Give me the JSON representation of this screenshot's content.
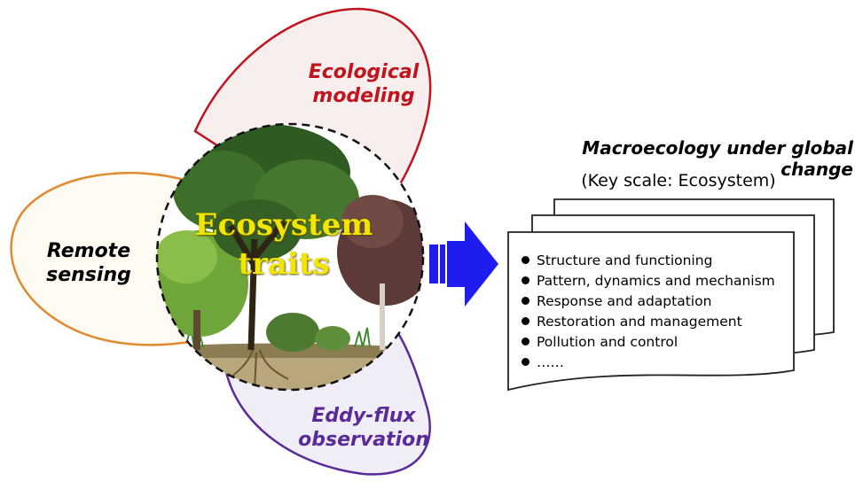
{
  "petals": {
    "ecological_modeling": {
      "line1": "Ecological",
      "line2": "modeling",
      "color": "#c0141e",
      "fill": "#f8eeee"
    },
    "remote_sensing": {
      "line1": "Remote",
      "line2": "sensing",
      "color": "#000000",
      "stroke": "#e08a2e",
      "fill": "#fffbf2"
    },
    "eddy_flux": {
      "line1": "Eddy-flux",
      "line2": "observation",
      "color": "#5b2a9a",
      "fill": "#efedf6"
    }
  },
  "center": {
    "line1": "Ecosystem",
    "line2": "traits"
  },
  "arrow": {
    "color": "#1f1cf0"
  },
  "macro": {
    "title": "Macroecology under global change",
    "subtitle": "(Key scale: Ecosystem)",
    "items": [
      "Structure and functioning",
      "Pattern, dynamics and mechanism",
      "Response and adaptation",
      "Restoration and management",
      "Pollution and control",
      "……"
    ]
  }
}
